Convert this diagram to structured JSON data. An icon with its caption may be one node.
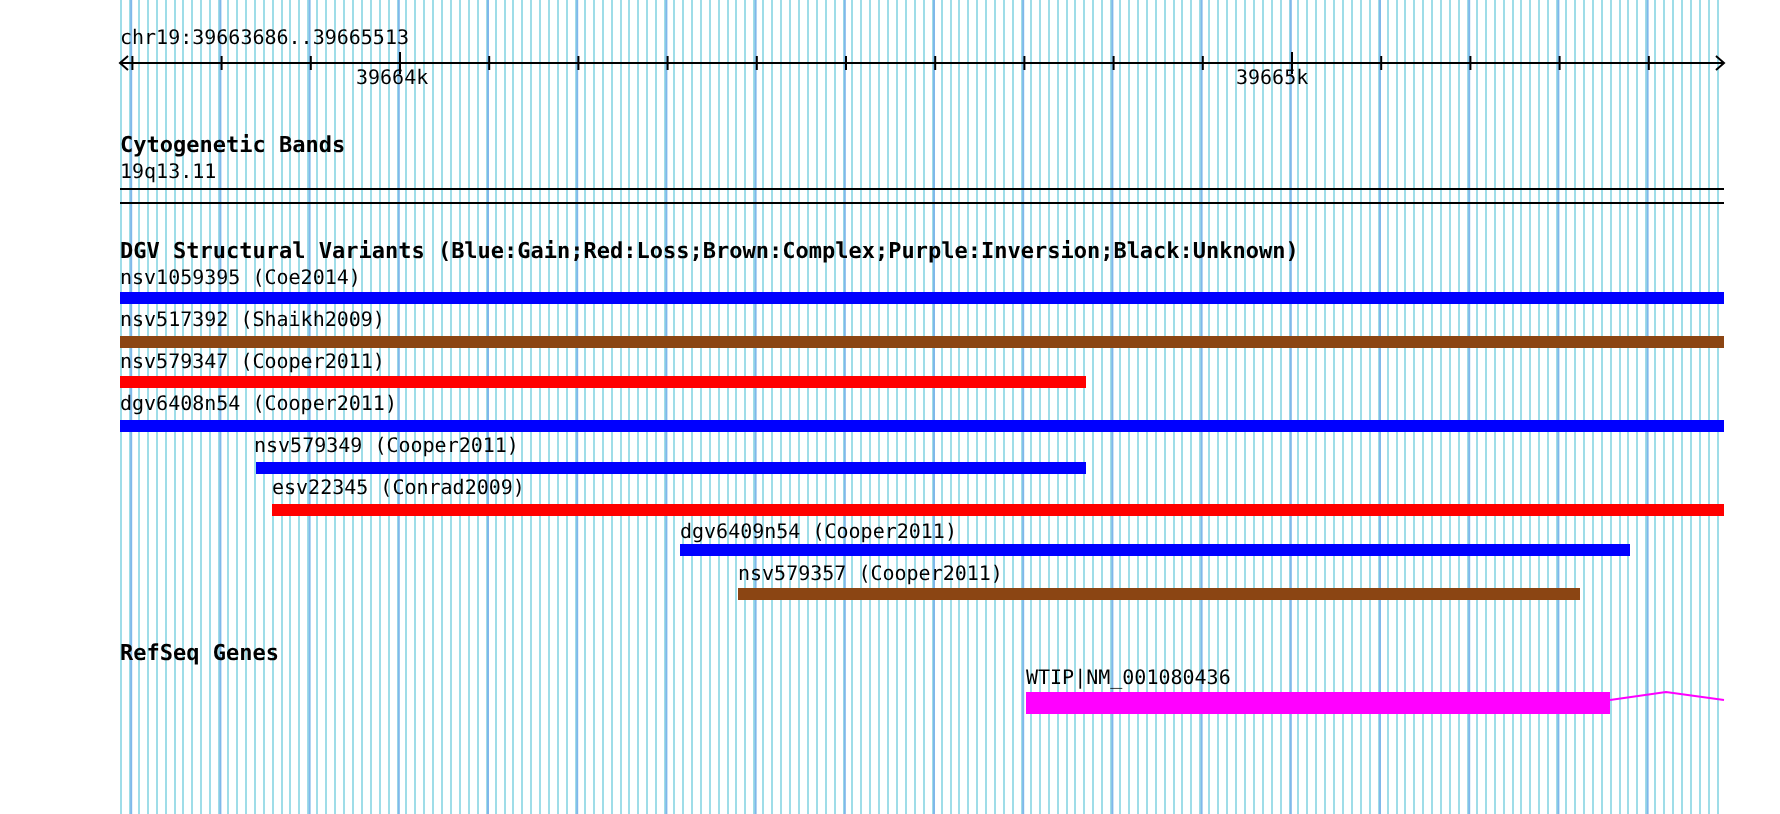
{
  "diagram": {
    "nodes": [
      {
        "text": [
          "nsv1059395 (Coe2014)"
        ]
      },
      {
        "text": [
          "nsv517392 (Shaikh2009)"
        ]
      },
      {
        "text": [
          "nsv579347 (Cooper2011)"
        ]
      },
      {
        "text": [
          "dgv6408n54 (Cooper2011)"
        ]
      },
      {
        "text": [
          "nsv579349 (Cooper2011)"
        ]
      },
      {
        "text": [
          "esv22345 (Conrad2009)"
        ]
      },
      {
        "text": [
          "dgv6409n54 (Cooper2011)"
        ]
      },
      {
        "text": [
          "nsv579357 (Cooper2011)"
        ]
      },
      {
        "text": [
          "WTIP|NM_001080436"
        ]
      }
    ],
    "edges": [],
    "labels": [
      "chr19:39663686..39665513",
      "39664k",
      "39665k",
      "Cytogenetic Bands",
      "19q13.11",
      "DGV Structural Variants (Blue:Gain;Red:Loss;Brown:Complex;Purple:Inversion;Black:Unknown)",
      "RefSeq Genes"
    ]
  }
}
